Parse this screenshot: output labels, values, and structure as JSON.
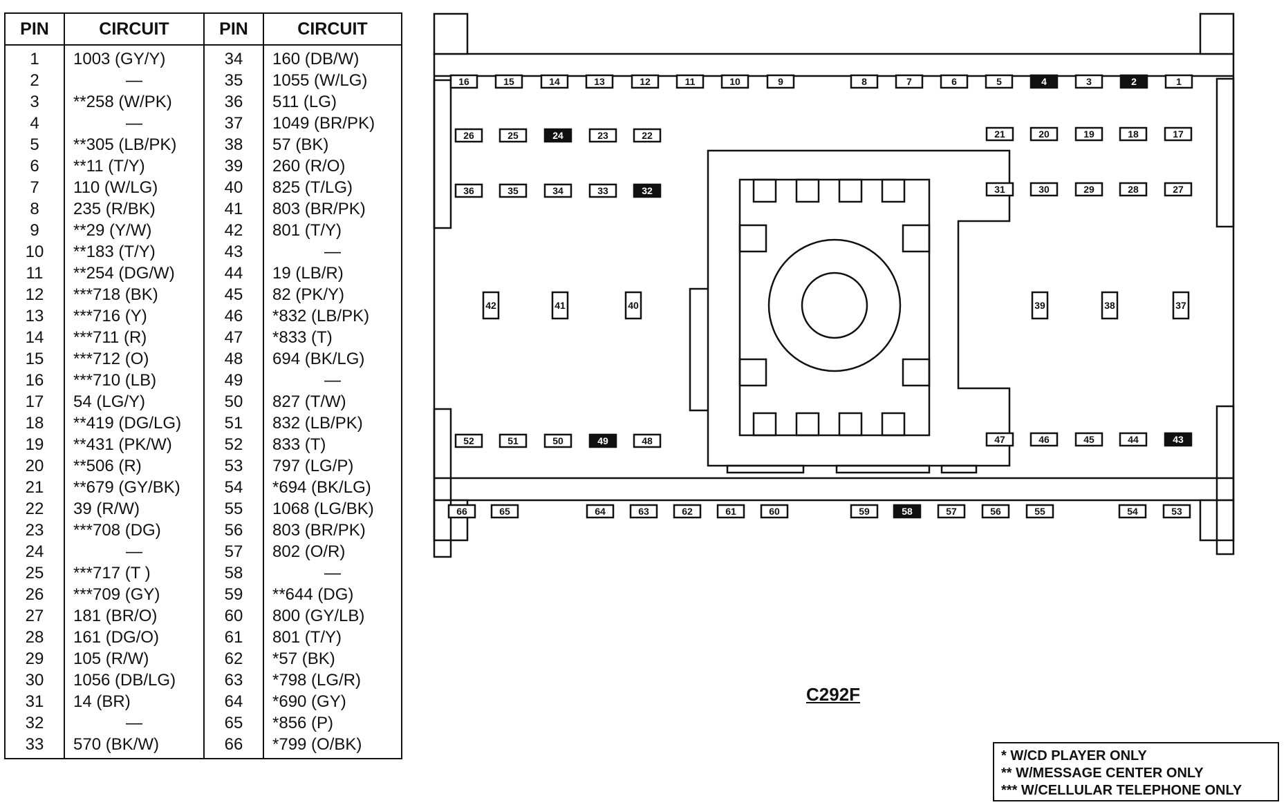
{
  "table": {
    "headers": [
      "PIN",
      "CIRCUIT",
      "PIN",
      "CIRCUIT"
    ],
    "rows": [
      [
        "1",
        "1003 (GY/Y)",
        "34",
        "160 (DB/W)"
      ],
      [
        "2",
        "—",
        "35",
        "1055 (W/LG)"
      ],
      [
        "3",
        "**258 (W/PK)",
        "36",
        "511 (LG)"
      ],
      [
        "4",
        "—",
        "37",
        "1049 (BR/PK)"
      ],
      [
        "5",
        "**305 (LB/PK)",
        "38",
        "57 (BK)"
      ],
      [
        "6",
        "**11 (T/Y)",
        "39",
        "260 (R/O)"
      ],
      [
        "7",
        "110 (W/LG)",
        "40",
        "825 (T/LG)"
      ],
      [
        "8",
        "235 (R/BK)",
        "41",
        "803 (BR/PK)"
      ],
      [
        "9",
        "**29 (Y/W)",
        "42",
        "801 (T/Y)"
      ],
      [
        "10",
        "**183 (T/Y)",
        "43",
        "—"
      ],
      [
        "11",
        "**254 (DG/W)",
        "44",
        "19 (LB/R)"
      ],
      [
        "12",
        "***718 (BK)",
        "45",
        "82 (PK/Y)"
      ],
      [
        "13",
        "***716 (Y)",
        "46",
        "*832 (LB/PK)"
      ],
      [
        "14",
        "***711 (R)",
        "47",
        "*833 (T)"
      ],
      [
        "15",
        "***712 (O)",
        "48",
        "694 (BK/LG)"
      ],
      [
        "16",
        "***710 (LB)",
        "49",
        "—"
      ],
      [
        "17",
        "54 (LG/Y)",
        "50",
        "827 (T/W)"
      ],
      [
        "18",
        "**419 (DG/LG)",
        "51",
        "832 (LB/PK)"
      ],
      [
        "19",
        "**431 (PK/W)",
        "52",
        "833 (T)"
      ],
      [
        "20",
        "**506 (R)",
        "53",
        "797 (LG/P)"
      ],
      [
        "21",
        "**679 (GY/BK)",
        "54",
        "*694 (BK/LG)"
      ],
      [
        "22",
        "39 (R/W)",
        "55",
        "1068 (LG/BK)"
      ],
      [
        "23",
        "***708 (DG)",
        "56",
        "803 (BR/PK)"
      ],
      [
        "24",
        "—",
        "57",
        "802 (O/R)"
      ],
      [
        "25",
        "***717 (T )",
        "58",
        "—"
      ],
      [
        "26",
        "***709 (GY)",
        "59",
        "**644 (DG)"
      ],
      [
        "27",
        "181 (BR/O)",
        "60",
        "800 (GY/LB)"
      ],
      [
        "28",
        "161 (DG/O)",
        "61",
        "801 (T/Y)"
      ],
      [
        "29",
        "105 (R/W)",
        "62",
        "*57 (BK)"
      ],
      [
        "30",
        "1056 (DB/LG)",
        "63",
        "*798 (LG/R)"
      ],
      [
        "31",
        "14 (BR)",
        "64",
        "*690 (GY)"
      ],
      [
        "32",
        "—",
        "65",
        "*856 (P)"
      ],
      [
        "33",
        "570 (BK/W)",
        "66",
        "*799 (O/BK)"
      ]
    ]
  },
  "connector": {
    "label": "C292F",
    "filled_pins": [
      2,
      4,
      24,
      32,
      43,
      49,
      58
    ],
    "cavities": [
      "16",
      "15",
      "14",
      "13",
      "12",
      "11",
      "10",
      "9",
      "8",
      "7",
      "6",
      "5",
      "4",
      "3",
      "2",
      "1",
      "26",
      "25",
      "24",
      "23",
      "22",
      "21",
      "20",
      "19",
      "18",
      "17",
      "36",
      "35",
      "34",
      "33",
      "32",
      "31",
      "30",
      "29",
      "28",
      "27",
      "42",
      "41",
      "40",
      "39",
      "38",
      "37",
      "52",
      "51",
      "50",
      "49",
      "48",
      "47",
      "46",
      "45",
      "44",
      "43",
      "66",
      "65",
      "64",
      "63",
      "62",
      "61",
      "60",
      "59",
      "58",
      "57",
      "56",
      "55",
      "54",
      "53"
    ]
  },
  "legend": [
    "* W/CD PLAYER ONLY",
    "** W/MESSAGE CENTER ONLY",
    "*** W/CELLULAR TELEPHONE ONLY"
  ]
}
